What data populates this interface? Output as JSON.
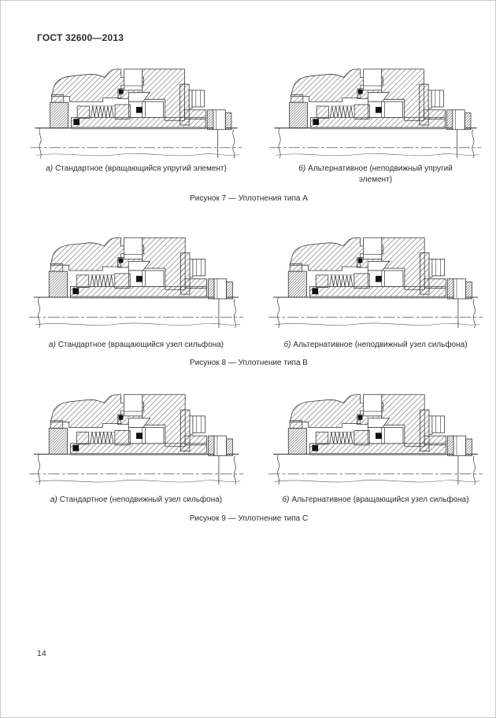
{
  "page": {
    "header": "ГОСТ 32600—2013",
    "page_number": "14"
  },
  "colors": {
    "ink": "#333333",
    "paper": "#ffffff"
  },
  "figures": [
    {
      "caption": "Рисунок 7 — Уплотнения типа А",
      "variants": [
        {
          "prefix": "а)",
          "label": "Стандартное (вращающийся упругий элемент)"
        },
        {
          "prefix": "б)",
          "label": "Альтернативное (неподвижный упругий элемент)"
        }
      ]
    },
    {
      "caption": "Рисунок 8 — Уплотнение типа В",
      "variants": [
        {
          "prefix": "а)",
          "label": "Стандартное (вращающийся узел сильфона)"
        },
        {
          "prefix": "б)",
          "label": "Альтернативное (неподвижный узел сильфона)"
        }
      ]
    },
    {
      "caption": "Рисунок 9 — Уплотнение типа С",
      "variants": [
        {
          "prefix": "а)",
          "label": "Стандартное (неподвижный узел сильфона)"
        },
        {
          "prefix": "б)",
          "label": "Альтернативное (вращающийся узел сильфона)"
        }
      ]
    }
  ]
}
